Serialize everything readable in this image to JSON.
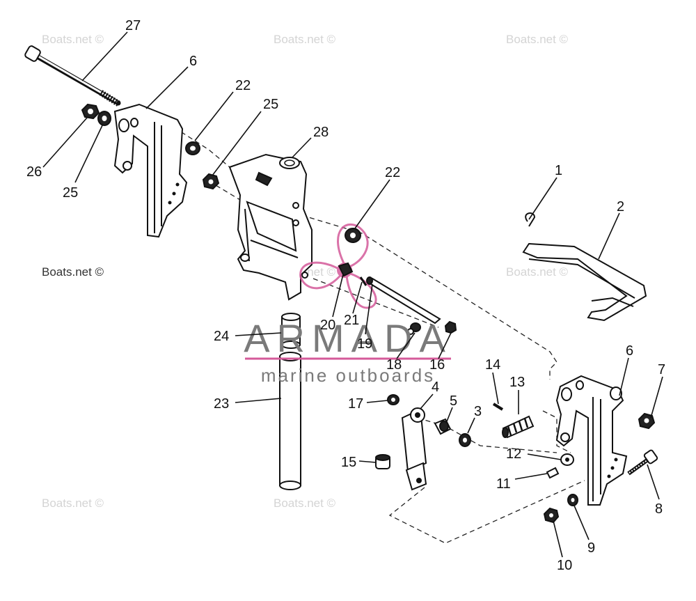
{
  "watermarks": [
    "Boats.net ©",
    "Boats.net ©",
    "Boats.net ©",
    "Boats.net ©",
    "Boats.net ©",
    "Boats.net ©",
    "Boats.net ©",
    "Boats.net ©"
  ],
  "brand": {
    "name": "ARMADA",
    "tagline": "marine outboards",
    "accent_color": "#d45a9a",
    "text_color": "#7a7a7a"
  },
  "callouts": {
    "c1": "1",
    "c2": "2",
    "c3": "3",
    "c4": "4",
    "c5": "5",
    "c6a": "6",
    "c6b": "6",
    "c7": "7",
    "c8": "8",
    "c9": "9",
    "c10": "10",
    "c11": "11",
    "c12": "12",
    "c13": "13",
    "c14": "14",
    "c15": "15",
    "c16": "16",
    "c17": "17",
    "c18": "18",
    "c19": "19",
    "c20": "20",
    "c21": "21",
    "c22a": "22",
    "c22b": "22",
    "c23": "23",
    "c24": "24",
    "c25a": "25",
    "c25b": "25",
    "c26": "26",
    "c27": "27",
    "c28": "28"
  }
}
